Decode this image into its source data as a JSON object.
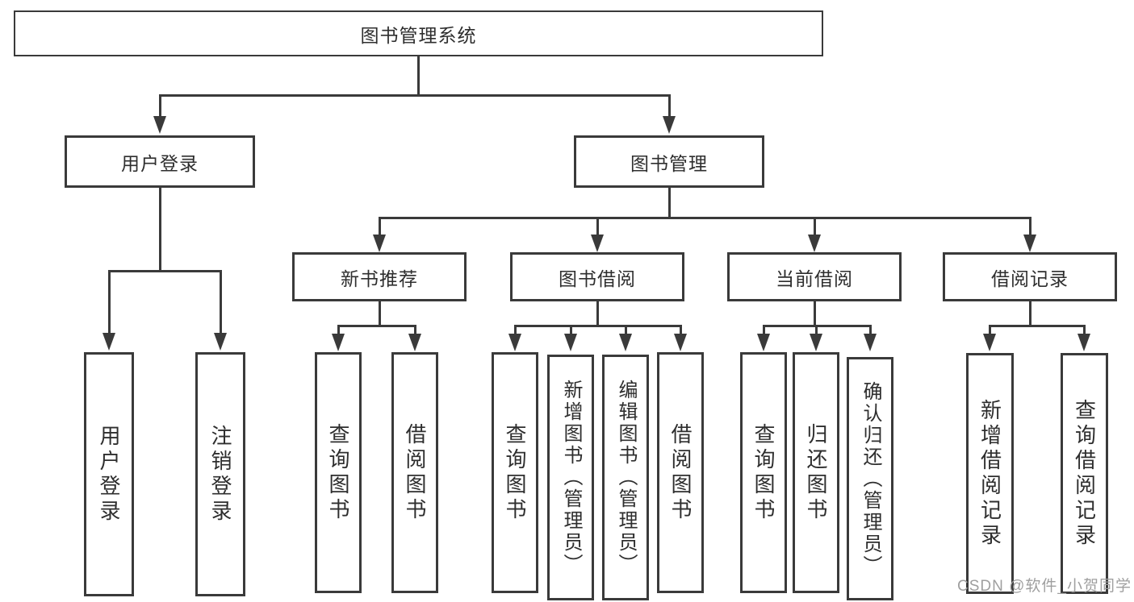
{
  "diagram_title": "图书管理系统",
  "tree": {
    "root": {
      "label": "图书管理系统",
      "children": [
        {
          "label": "用户登录",
          "children": [
            {
              "label": "用户登录"
            },
            {
              "label": "注销登录"
            }
          ]
        },
        {
          "label": "图书管理",
          "children": [
            {
              "label": "新书推荐",
              "children": [
                {
                  "label": "查询图书"
                },
                {
                  "label": "借阅图书"
                }
              ]
            },
            {
              "label": "图书借阅",
              "children": [
                {
                  "label": "查询图书"
                },
                {
                  "label": "新增图书（管理员）"
                },
                {
                  "label": "编辑图书（管理员）"
                },
                {
                  "label": "借阅图书"
                }
              ]
            },
            {
              "label": "当前借阅",
              "children": [
                {
                  "label": "查询图书"
                },
                {
                  "label": "归还图书"
                },
                {
                  "label": "确认归还（管理员）"
                }
              ]
            },
            {
              "label": "借阅记录",
              "children": [
                {
                  "label": "新增借阅记录"
                },
                {
                  "label": "查询借阅记录"
                }
              ]
            }
          ]
        }
      ]
    }
  },
  "watermark": "CSDN @软件_小贺同学",
  "colors": {
    "line": "#3a3a3a",
    "text": "#2e2e2e",
    "background": "#ffffff",
    "watermark_gray": "#9f9f9f"
  }
}
